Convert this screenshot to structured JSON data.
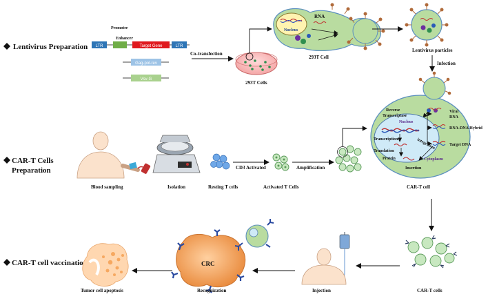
{
  "sections": {
    "lentivirus": "Lentivirus Preparation",
    "cart_prep_line1": "CAR-T Cells",
    "cart_prep_line2": "Preparation",
    "vaccination": "CAR-T cell vaccination"
  },
  "plasmid": {
    "promoter": "Promoter",
    "enhancer": "Enhancer",
    "ltr_left": "LTR",
    "target_gene": "Target Gene",
    "ltr_right": "LTR",
    "gag": "Gag-pol-rev",
    "vsvg": "Vsv-G"
  },
  "labels": {
    "co_transfection": "Co-transfection",
    "cells_293t": "293T  Cells",
    "rna": "RNA",
    "nucleus": "Nucleus",
    "cell_293t": "293T  Cell",
    "lentivirus_particles": "Lentivirus particles",
    "infection": "Infection",
    "reverse_transcriptase": "Reverse\nTranscriptase",
    "nucleus_cart": "Nucleus",
    "viral_rna": "Viral\nRNA",
    "rna_dna_hybrid": "RNA-DNA Hybrid",
    "target_dna": "Target DNA",
    "transcription": "Transcription",
    "integration": "integration",
    "translation": "Translation",
    "protein": "Protein",
    "insertion": "Insertion",
    "cytoplasm": "Cytoplasm",
    "blood_sampling": "Blood sampling",
    "isolation": "Isolation",
    "resting_t": "Resting T cells",
    "cd3_activated": "CD3 Activated",
    "activated_t": "Activated T Cells",
    "amplification": "Amplification",
    "cart_cell": "CAR-T cell",
    "cart_cells": "CAR-T cells",
    "injection": "Injection",
    "crc": "CRC",
    "recognization": "Recognization",
    "tumor_apoptosis": "Tumor cell apoptosis"
  },
  "colors": {
    "ltr": "#2e75b6",
    "enhancer": "#70ad47",
    "target_gene": "#e0191e",
    "gag": "#9dc3e6",
    "vsvg": "#a9d18e",
    "cell_fill": "#b9dca0",
    "cell_stroke": "#5b8fbf",
    "spike": "#b06a3a",
    "tumor": "#f0a868",
    "nucleus_fill": "#fff3b0"
  }
}
